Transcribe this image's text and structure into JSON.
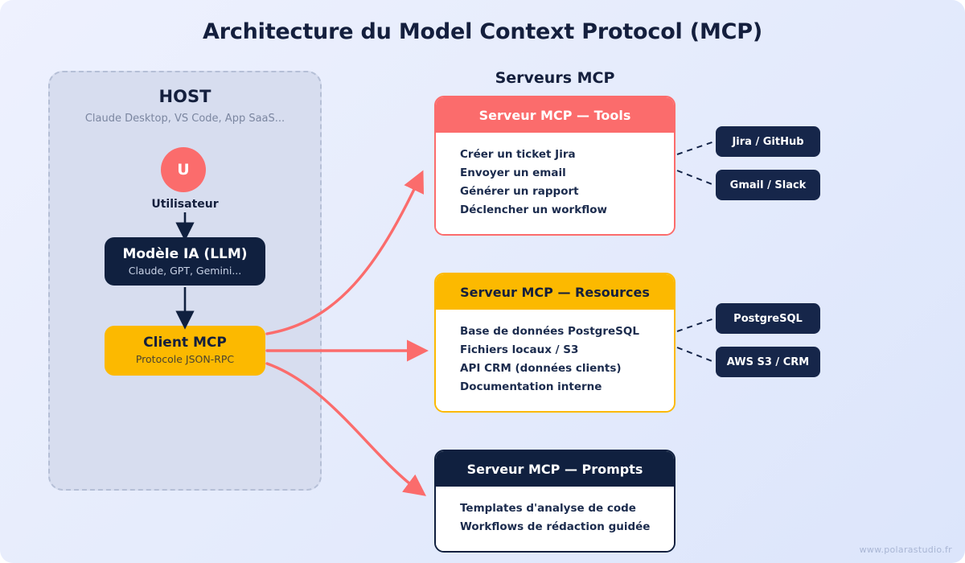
{
  "page": {
    "title": "Architecture du Model Context Protocol (MCP)",
    "watermark": "www.polarastudio.fr",
    "background_from": "#EEF1FE",
    "background_to": "#DCE5FB"
  },
  "colors": {
    "navy": "#10203F",
    "coral": "#FB6C6C",
    "amber": "#FCB900",
    "host_panel": "#D7DDEF",
    "badge_navy": "#16264A",
    "text_dark": "#141F3D",
    "text_muted": "#7B86A0"
  },
  "host": {
    "title": "HOST",
    "subtitle": "Claude Desktop, VS Code, App SaaS...",
    "user": {
      "initial": "U",
      "label": "Utilisateur"
    },
    "model_box": {
      "title": "Modèle IA (LLM)",
      "subtitle": "Claude, GPT, Gemini..."
    },
    "client_box": {
      "title": "Client MCP",
      "subtitle": "Protocole JSON-RPC"
    }
  },
  "servers": {
    "heading": "Serveurs MCP",
    "cards": [
      {
        "id": "tools",
        "header": "Serveur MCP — Tools",
        "accent": "#FB6C6C",
        "header_text_color": "#FFFFFF",
        "items": [
          "Créer un ticket Jira",
          "Envoyer un email",
          "Générer un rapport",
          "Déclencher un workflow"
        ]
      },
      {
        "id": "resources",
        "header": "Serveur MCP — Resources",
        "accent": "#FCB900",
        "header_text_color": "#141F3D",
        "items": [
          "Base de données PostgreSQL",
          "Fichiers locaux / S3",
          "API CRM (données clients)",
          "Documentation interne"
        ]
      },
      {
        "id": "prompts",
        "header": "Serveur MCP — Prompts",
        "accent": "#10203F",
        "header_text_color": "#FFFFFF",
        "items": [
          "Templates d'analyse de code",
          "Workflows de rédaction guidée"
        ]
      }
    ]
  },
  "integrations": [
    {
      "label": "Jira / GitHub",
      "from_card": "tools"
    },
    {
      "label": "Gmail / Slack",
      "from_card": "tools"
    },
    {
      "label": "PostgreSQL",
      "from_card": "resources"
    },
    {
      "label": "AWS S3 / CRM",
      "from_card": "resources"
    }
  ]
}
